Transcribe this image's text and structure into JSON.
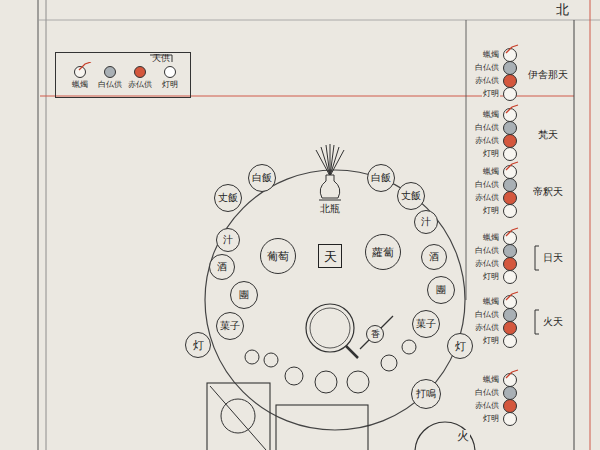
{
  "diagram": {
    "nodes": [
      {
        "text": [
          "天供"
        ]
      },
      {
        "text": [
          "白飯"
        ]
      },
      {
        "text": [
          "白飯"
        ]
      },
      {
        "text": [
          "丈飯"
        ]
      },
      {
        "text": [
          "丈飯"
        ]
      },
      {
        "text": [
          "汁"
        ]
      },
      {
        "text": [
          "汁"
        ]
      },
      {
        "text": [
          "天"
        ]
      },
      {
        "text": [
          "葡萄"
        ]
      },
      {
        "text": [
          "蘿蔔"
        ]
      },
      {
        "text": [
          "酒"
        ]
      },
      {
        "text": [
          "酒"
        ]
      },
      {
        "text": [
          "團"
        ]
      },
      {
        "text": [
          "團"
        ]
      },
      {
        "text": [
          "菓子"
        ]
      },
      {
        "text": [
          "菓子"
        ]
      },
      {
        "text": [
          "香"
        ]
      },
      {
        "text": [
          "灯"
        ]
      },
      {
        "text": [
          "灯"
        ]
      },
      {
        "text": [
          "打鳴"
        ]
      }
    ],
    "labels": [
      "北",
      "北瓶",
      "火",
      "伊舎那天",
      "梵天",
      "帝釈天",
      "日天",
      "火天",
      "蝋燭",
      "白仏供",
      "赤仏供",
      "灯明",
      "蝋燭",
      "白仏供",
      "赤仏供",
      "灯明",
      "蝋燭",
      "白仏供",
      "赤仏供",
      "灯明",
      "蝋燭",
      "白仏供",
      "赤仏供",
      "灯明",
      "蝋燭",
      "白仏供",
      "赤仏供",
      "灯明",
      "蝋燭",
      "白仏供",
      "赤仏供",
      "灯明"
    ],
    "legend": [
      {
        "text": "蝋燭"
      },
      {
        "text": "白仏供",
        "color": "#a9b0b5"
      },
      {
        "text": "赤仏供",
        "color": "#d4573d"
      },
      {
        "text": "灯明",
        "color": "#ffffff"
      }
    ]
  }
}
